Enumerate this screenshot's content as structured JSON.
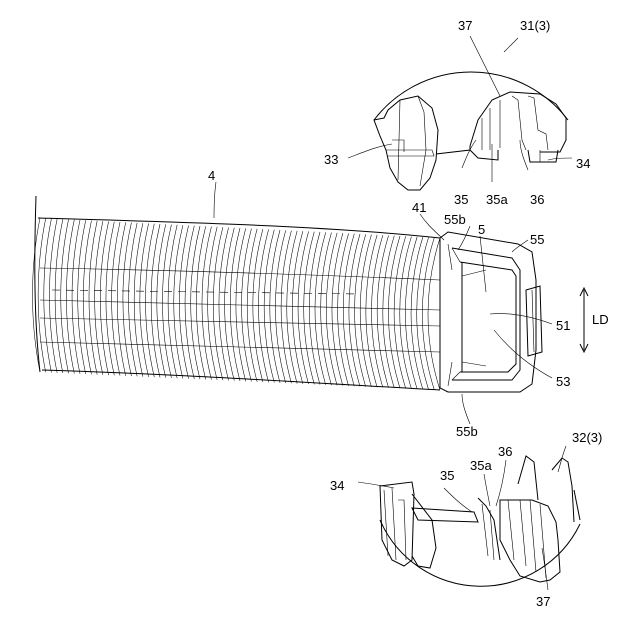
{
  "labels": {
    "tube": "4",
    "sleeve_top": "31(3)",
    "sleeve_bottom": "32(3)",
    "top_37": "37",
    "top_33": "33",
    "top_35": "35",
    "top_35a": "35a",
    "top_36": "36",
    "top_34": "34",
    "end_41": "41",
    "end_55b_top": "55b",
    "end_5": "5",
    "end_55": "55",
    "end_51": "51",
    "end_53": "53",
    "end_55b_bottom": "55b",
    "direction_ld": "LD",
    "bot_34": "34",
    "bot_35": "35",
    "bot_35a": "35a",
    "bot_36": "36",
    "bot_37": "37"
  }
}
